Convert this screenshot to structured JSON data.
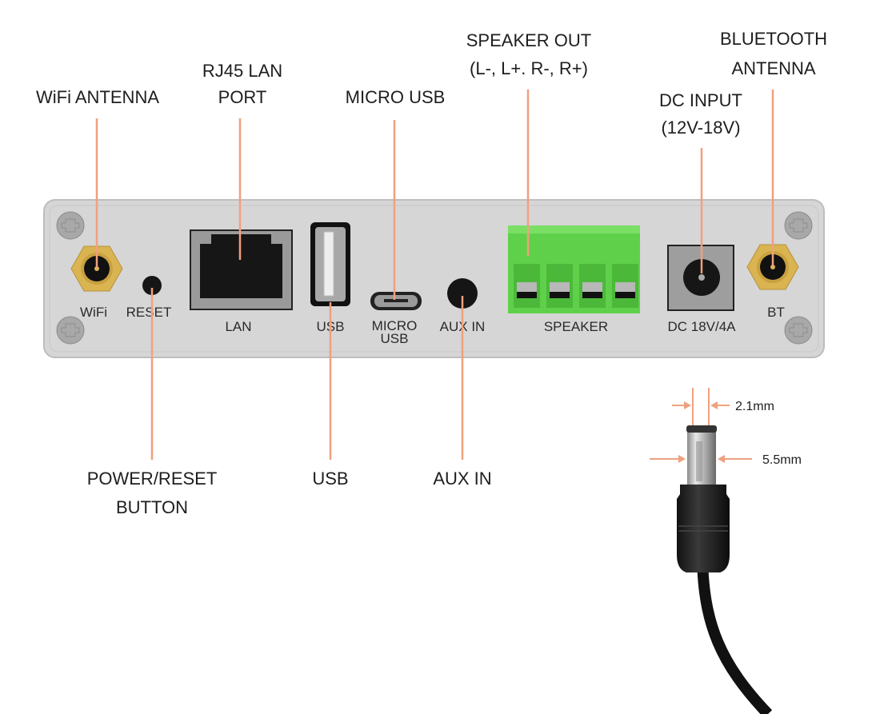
{
  "colors": {
    "callout": "#f0a07e",
    "panel": "#d6d6d6",
    "terminal_green": "#5fd04a",
    "gold": "#d9b451"
  },
  "callouts_top": {
    "wifi_antenna": "WiFi  ANTENNA",
    "rj45_line1": "RJ45 LAN",
    "rj45_line2": "PORT",
    "micro_usb": "MICRO  USB",
    "speaker_line1": "SPEAKER  OUT",
    "speaker_line2": "(L-, L+. R-, R+)",
    "dc_line1": "DC INPUT",
    "dc_line2": "(12V-18V)",
    "bt_line1": "BLUETOOTH",
    "bt_line2": "ANTENNA"
  },
  "callouts_bottom": {
    "power_line1": "POWER/RESET",
    "power_line2": "BUTTON",
    "usb": "USB",
    "aux_in": "AUX IN"
  },
  "panel_labels": {
    "wifi": "WiFi",
    "reset": "RESET",
    "lan": "LAN",
    "usb": "USB",
    "micro_usb_line1": "MICRO",
    "micro_usb_line2": "USB",
    "aux_in": "AUX IN",
    "speaker": "SPEAKER",
    "dc": "DC 18V/4A",
    "bt": "BT"
  },
  "plug_dimensions": {
    "inner": "2.1mm",
    "outer": "5.5mm"
  }
}
